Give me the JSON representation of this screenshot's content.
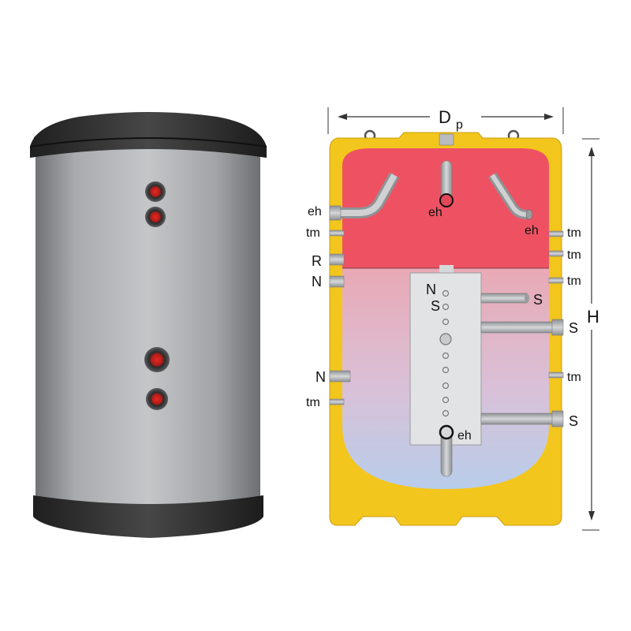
{
  "colors": {
    "jacket": "#9fa1a4",
    "jacket_band": "#2f2f2f",
    "insulation": "#f3c61d",
    "hot_zone": "#ee5262",
    "cold_zone": "#b8cdea",
    "pipe": "#b9bcbf",
    "accent_red": "#e52822"
  },
  "dimensions": {
    "diameter_label": "D",
    "diameter_sub": "p",
    "height_label": "H"
  },
  "left_labels": {
    "eh": "eh",
    "tm1": "tm",
    "r": "R",
    "n1": "N",
    "n2": "N",
    "tm2": "tm"
  },
  "right_labels": {
    "tm1": "tm",
    "tm2": "tm",
    "tm3": "tm",
    "s1": "S",
    "s2": "S",
    "tm4": "tm",
    "s3": "S"
  },
  "inner_labels": {
    "eh_left": "eh",
    "eh_right": "eh",
    "n": "N",
    "s": "S",
    "eh_bottom": "eh"
  }
}
